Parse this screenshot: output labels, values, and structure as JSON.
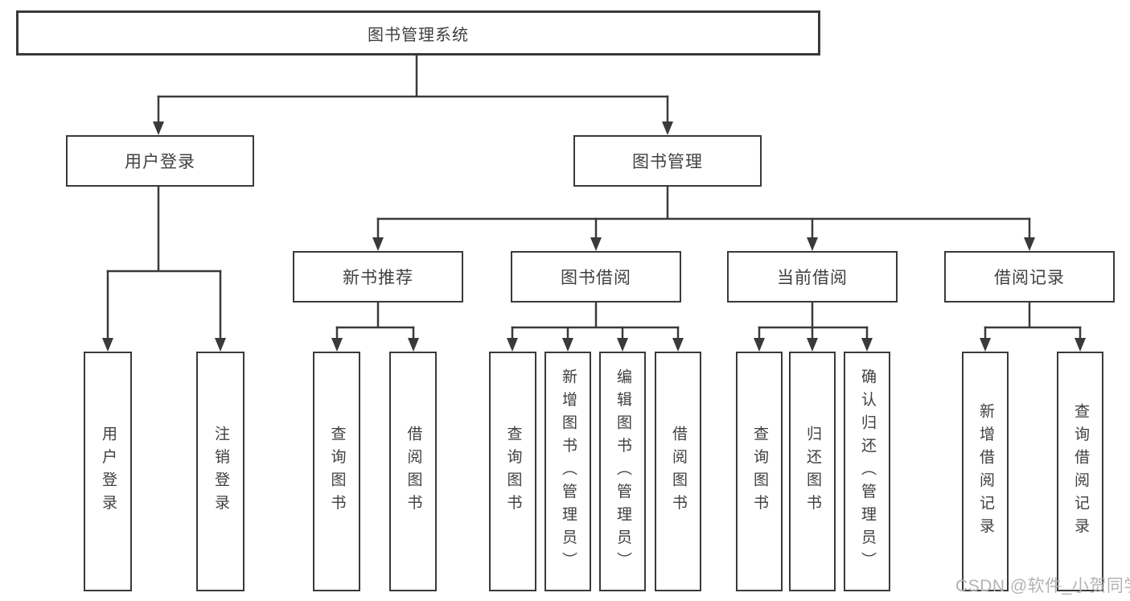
{
  "tree": {
    "root": {
      "label": "图书管理系统"
    },
    "children": [
      {
        "label": "用户登录",
        "children": [
          {
            "label": "用户登录"
          },
          {
            "label": "注销登录"
          }
        ]
      },
      {
        "label": "图书管理",
        "children": [
          {
            "label": "新书推荐",
            "children": [
              {
                "label": "查询图书"
              },
              {
                "label": "借阅图书"
              }
            ]
          },
          {
            "label": "图书借阅",
            "children": [
              {
                "label": "查询图书"
              },
              {
                "label": "新增图书（管理员）"
              },
              {
                "label": "编辑图书（管理员）"
              },
              {
                "label": "借阅图书"
              }
            ]
          },
          {
            "label": "当前借阅",
            "children": [
              {
                "label": "查询图书"
              },
              {
                "label": "归还图书"
              },
              {
                "label": "确认归还（管理员）"
              }
            ]
          },
          {
            "label": "借阅记录",
            "children": [
              {
                "label": "新增借阅记录"
              },
              {
                "label": "查询借阅记录"
              }
            ]
          }
        ]
      }
    ]
  },
  "watermark": {
    "text": "CSDN @软件_小贺同学"
  },
  "colors": {
    "line": "#3a3a3a",
    "text": "#404040",
    "watermark": "#b3b3b3",
    "background": "#ffffff"
  }
}
